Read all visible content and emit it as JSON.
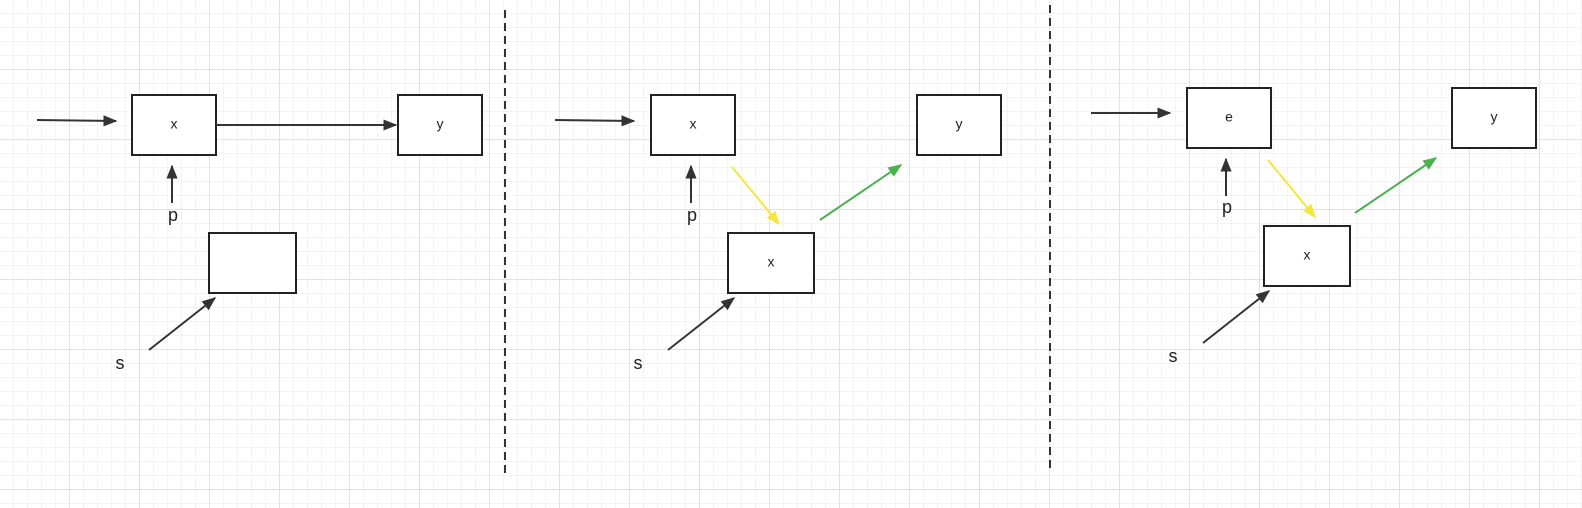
{
  "colors": {
    "line": "#333333",
    "yellow": "#f5e63c",
    "green": "#4caf50"
  },
  "panels": [
    {
      "boxes": {
        "top_left": "x",
        "top_right": "y",
        "bottom": ""
      },
      "labels": {
        "pointer": "p",
        "source": "s"
      }
    },
    {
      "boxes": {
        "top_left": "x",
        "top_right": "y",
        "bottom": "x"
      },
      "labels": {
        "pointer": "p",
        "source": "s"
      }
    },
    {
      "boxes": {
        "top_left": "e",
        "top_right": "y",
        "bottom": "x"
      },
      "labels": {
        "pointer": "p",
        "source": "s"
      }
    }
  ]
}
